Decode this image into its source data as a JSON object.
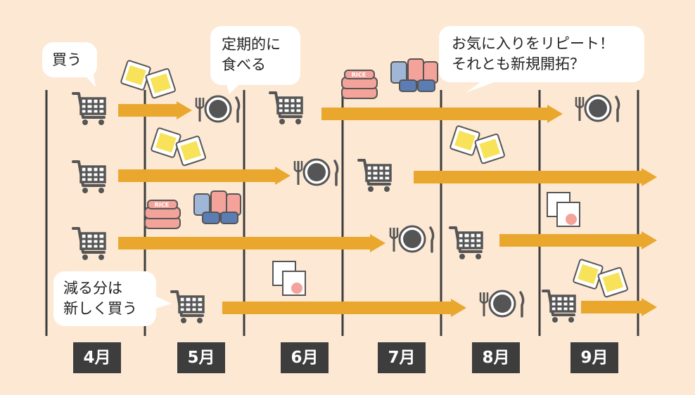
{
  "bubbles": {
    "buy": {
      "line1": "買う"
    },
    "eat": {
      "line1": "定期的に",
      "line2": "食べる"
    },
    "repeat": {
      "line1": "お気に入りをリピート！",
      "line2": "それとも新規開拓？"
    },
    "reduce": {
      "line1": "減る分は",
      "line2": "新しく買う"
    }
  },
  "months": [
    "4月",
    "5月",
    "6月",
    "7月",
    "8月",
    "9月"
  ],
  "colors": {
    "background": "#fde8d3",
    "arrow": "#eaa72e",
    "line": "#3d3d3d",
    "month_label_bg": "#3d3d3d",
    "bubble": "#ffffff"
  },
  "icons": [
    "cart-icon",
    "plate-icon",
    "rice-pack-icon",
    "canned-food-icon",
    "pouch-food-icon",
    "box-food-icon"
  ]
}
